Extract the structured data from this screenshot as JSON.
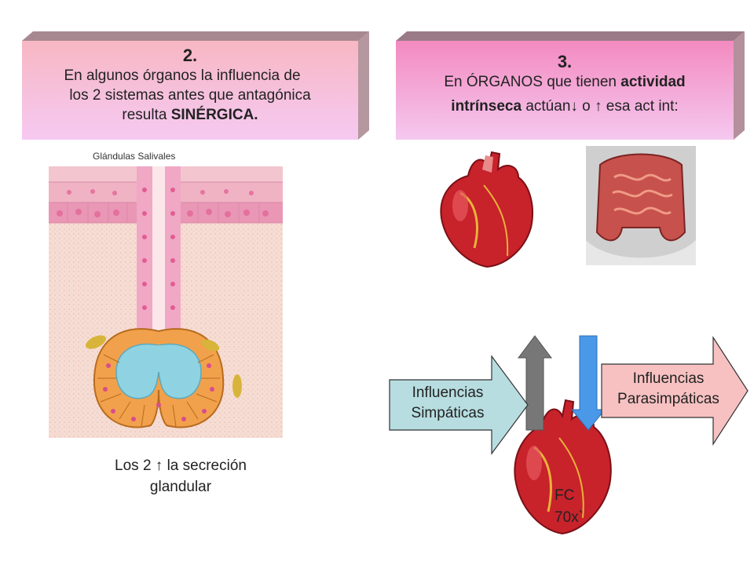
{
  "box2": {
    "number": "2.",
    "line1": "En algunos órganos la influencia de",
    "line2": "los 2 sistemas antes que antagónica",
    "line3_pre": "resulta ",
    "line3_bold": "SINÉRGICA."
  },
  "box3": {
    "number": "3.",
    "line1_pre": "En ÓRGANOS que tienen ",
    "line1_bold": "actividad",
    "line2_bold": "intrínseca",
    "line2_rest": " actúan↓ o ↑ esa act int:"
  },
  "gland_label": "Glándulas Salivales",
  "caption": {
    "line1": "Los 2 ↑ la secreción",
    "line2": "glandular"
  },
  "sympathetic": {
    "line1": "Influencias",
    "line2": "Simpáticas"
  },
  "parasympathetic": {
    "line1": "Influencias",
    "line2": "Parasimpáticas"
  },
  "heart_label": {
    "line1": "FC",
    "line2": "70x`"
  },
  "colors": {
    "box_pink_top": "#f7b8c6",
    "box_pink_bottom": "#f4c3f0",
    "box3_top": "#f48cc2",
    "sympathetic_arrow": "#b7dde0",
    "parasympathetic_arrow": "#f7c1c1",
    "up_arrow": "#777777",
    "down_arrow": "#4a98e8"
  }
}
